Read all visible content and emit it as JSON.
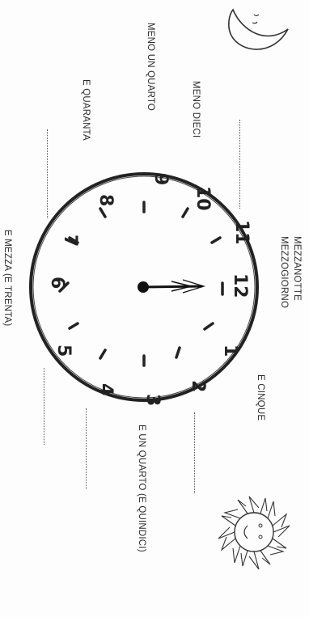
{
  "labels": {
    "mezzanotte": "MEZZANOTTE",
    "mezzogiorno": "MEZZOGIORNO",
    "e_cinque": "E CINQUE",
    "e_un_quarto": "E UN QUARTO (E QUINDICI)",
    "e_mezza": "E MEZZA (E TRENTA)",
    "e_quaranta": "E QUARANTA",
    "meno_un_quarto": "MENO UN QUARTO",
    "meno_dieci": "MENO DIECI"
  },
  "clock": {
    "numbers": [
      "12",
      "1",
      "2",
      "3",
      "4",
      "5",
      "6",
      "7",
      "8",
      "9",
      "10",
      "11"
    ],
    "hour_hand_points_to": "12",
    "minute_hand_points_to": "12"
  },
  "icons": {
    "moon": "crescent-moon-icon",
    "sun": "smiling-sun-icon"
  }
}
